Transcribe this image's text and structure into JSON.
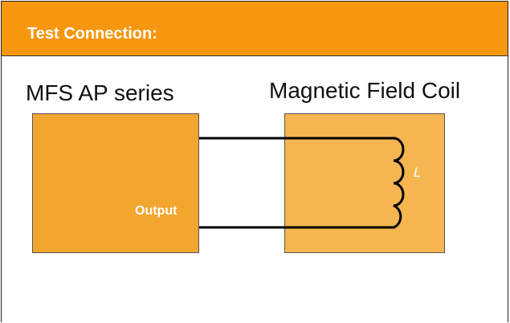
{
  "header": {
    "title": "Test Connection:"
  },
  "diagram": {
    "left_device_label": "MFS AP series",
    "right_device_label": "Magnetic Field Coil",
    "output_label": "Output",
    "inductor_label": "L"
  },
  "colors": {
    "header_orange": "#f7970f",
    "device_box": "#f2a52f",
    "coil_box": "#f5b652",
    "wire": "#000000"
  }
}
